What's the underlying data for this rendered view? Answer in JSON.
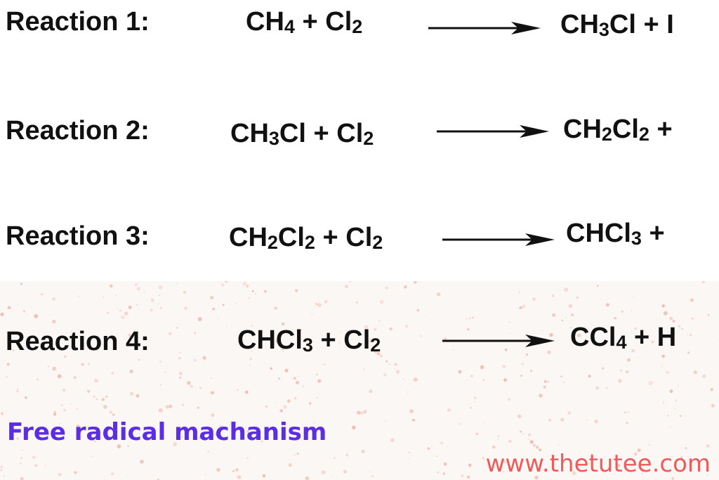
{
  "reactions": [
    {
      "label": "Reaction 1:",
      "reactant_a": [
        {
          "t": "CH"
        },
        {
          "s": "4"
        }
      ],
      "reactant_b": [
        {
          "t": "Cl"
        },
        {
          "s": "2"
        }
      ],
      "product": [
        {
          "t": "CH"
        },
        {
          "s": "3"
        },
        {
          "t": "Cl + I"
        }
      ]
    },
    {
      "label": "Reaction 2:",
      "reactant_a": [
        {
          "t": "CH"
        },
        {
          "s": "3"
        },
        {
          "t": "Cl"
        }
      ],
      "reactant_b": [
        {
          "t": "Cl"
        },
        {
          "s": "2"
        }
      ],
      "product": [
        {
          "t": "CH"
        },
        {
          "s": "2"
        },
        {
          "t": "Cl"
        },
        {
          "s": "2"
        },
        {
          "t": " +"
        }
      ]
    },
    {
      "label": "Reaction 3:",
      "reactant_a": [
        {
          "t": "CH"
        },
        {
          "s": "2"
        },
        {
          "t": "Cl"
        },
        {
          "s": "2"
        }
      ],
      "reactant_b": [
        {
          "t": "Cl"
        },
        {
          "s": "2"
        }
      ],
      "product": [
        {
          "t": "CHCl"
        },
        {
          "s": "3"
        },
        {
          "t": " +"
        }
      ]
    },
    {
      "label": "Reaction 4:",
      "reactant_a": [
        {
          "t": "CHCl"
        },
        {
          "s": "3"
        }
      ],
      "reactant_b": [
        {
          "t": "Cl"
        },
        {
          "s": "2"
        }
      ],
      "product": [
        {
          "t": "CCl"
        },
        {
          "s": "4"
        },
        {
          "t": " + H"
        }
      ]
    }
  ],
  "plus_sign": "+",
  "caption": "Free radical machanism",
  "website": "www.thetutee.com",
  "colors": {
    "text": "#111111",
    "caption": "#5b2ee3",
    "website": "#ef5b5b",
    "speckle": "#f0b8ac"
  }
}
